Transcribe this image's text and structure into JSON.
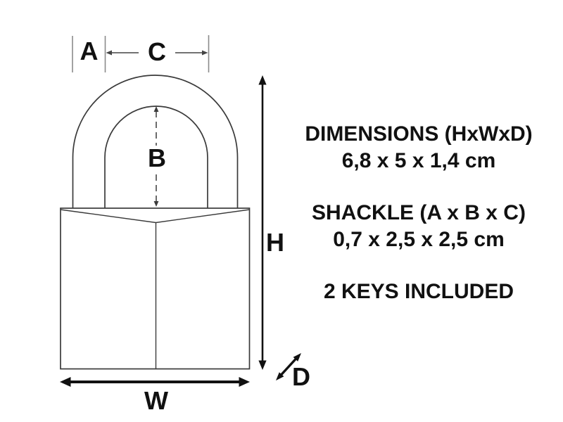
{
  "diagram": {
    "description": "Padlock line drawing with dimension callouts",
    "dimension_labels": {
      "a": "A",
      "b": "B",
      "c": "C",
      "h": "H",
      "w": "W",
      "d": "D"
    }
  },
  "specs": {
    "dimensions_title": "DIMENSIONS (HxWxD)",
    "dimensions_value": "6,8 x 5 x 1,4 cm",
    "shackle_title": "SHACKLE (A x B x C)",
    "shackle_value": "0,7 x 2,5 x 2,5 cm",
    "keys_note": "2 KEYS INCLUDED"
  },
  "colors": {
    "background": "#ffffff",
    "outline": "#3a3a3a",
    "extension_tick": "#8a8a8a",
    "dimension_arrow": "#111111",
    "text": "#111111"
  }
}
